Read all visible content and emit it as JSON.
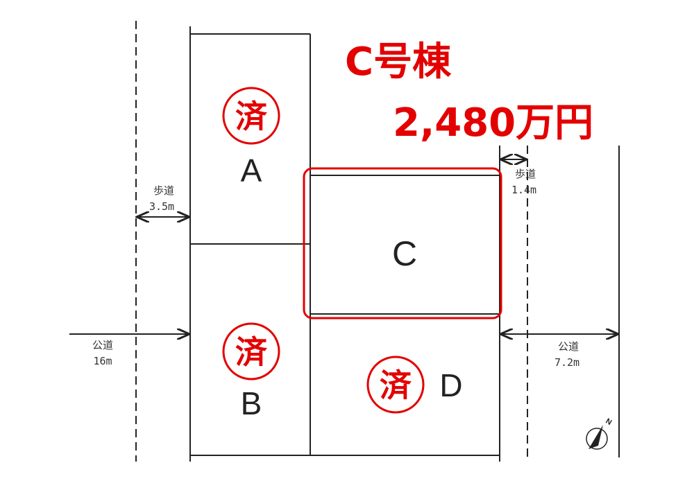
{
  "title": {
    "building": "C号棟",
    "price": "2,480万円"
  },
  "lots": [
    {
      "id": "A",
      "sold": true
    },
    {
      "id": "B",
      "sold": true
    },
    {
      "id": "C",
      "sold": false,
      "highlighted": true
    },
    {
      "id": "D",
      "sold": true
    }
  ],
  "sold_mark": "済",
  "roads": {
    "left_sidewalk": {
      "name": "歩道",
      "width": "3.5m"
    },
    "left_road": {
      "name": "公道",
      "width": "16m"
    },
    "right_sidewalk": {
      "name": "歩道",
      "width": "1.4m"
    },
    "right_road": {
      "name": "公道",
      "width": "7.2m"
    }
  },
  "north_arrow": {
    "label": "N",
    "icon": "north-arrow-icon"
  },
  "colors": {
    "accent": "#e30000",
    "lines": "#222222"
  }
}
